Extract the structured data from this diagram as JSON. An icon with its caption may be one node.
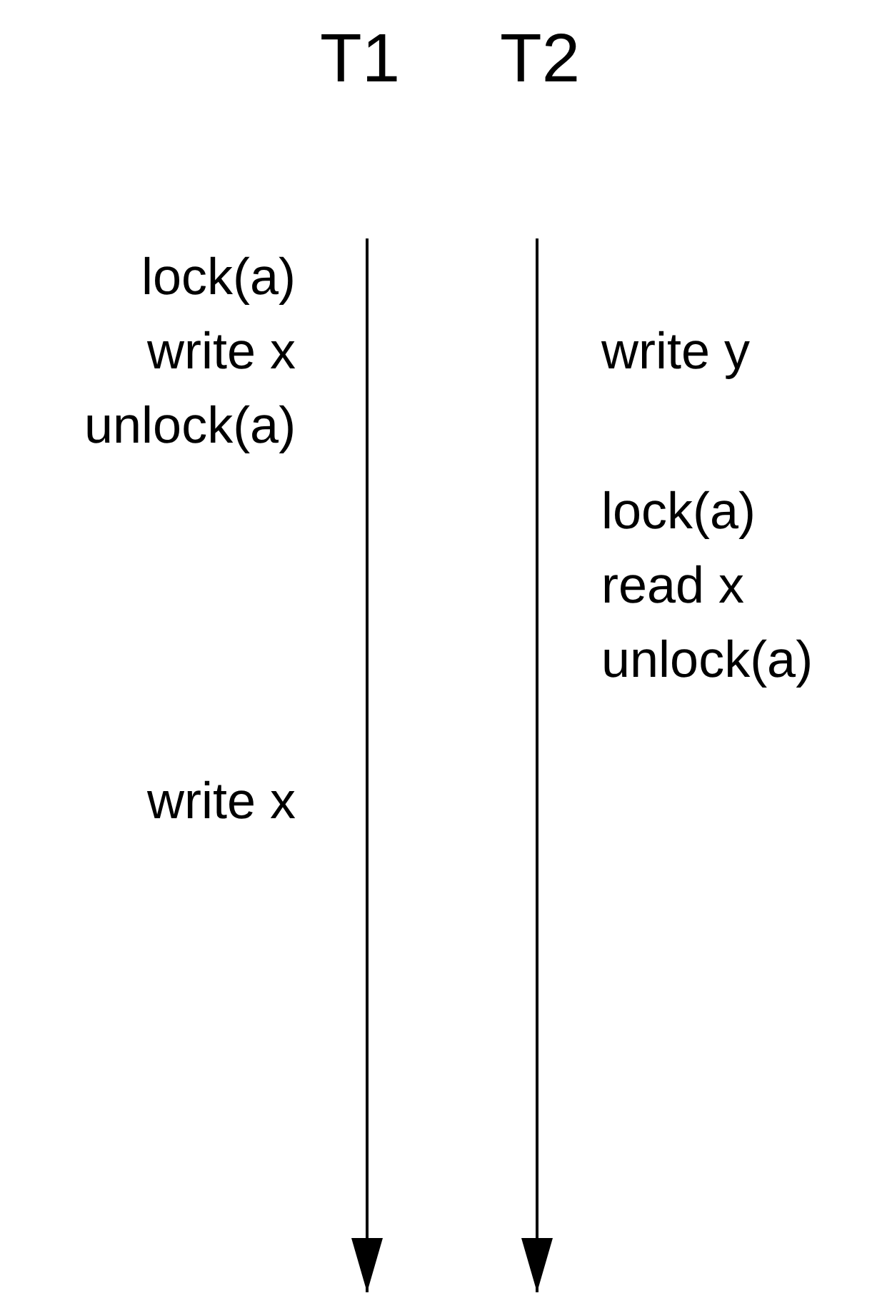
{
  "diagram": {
    "labels": [
      "T1",
      "T2",
      "lock(a)",
      "write x",
      "write y",
      "unlock(a)",
      "lock(a)",
      "read x",
      "unlock(a)",
      "write x"
    ]
  }
}
